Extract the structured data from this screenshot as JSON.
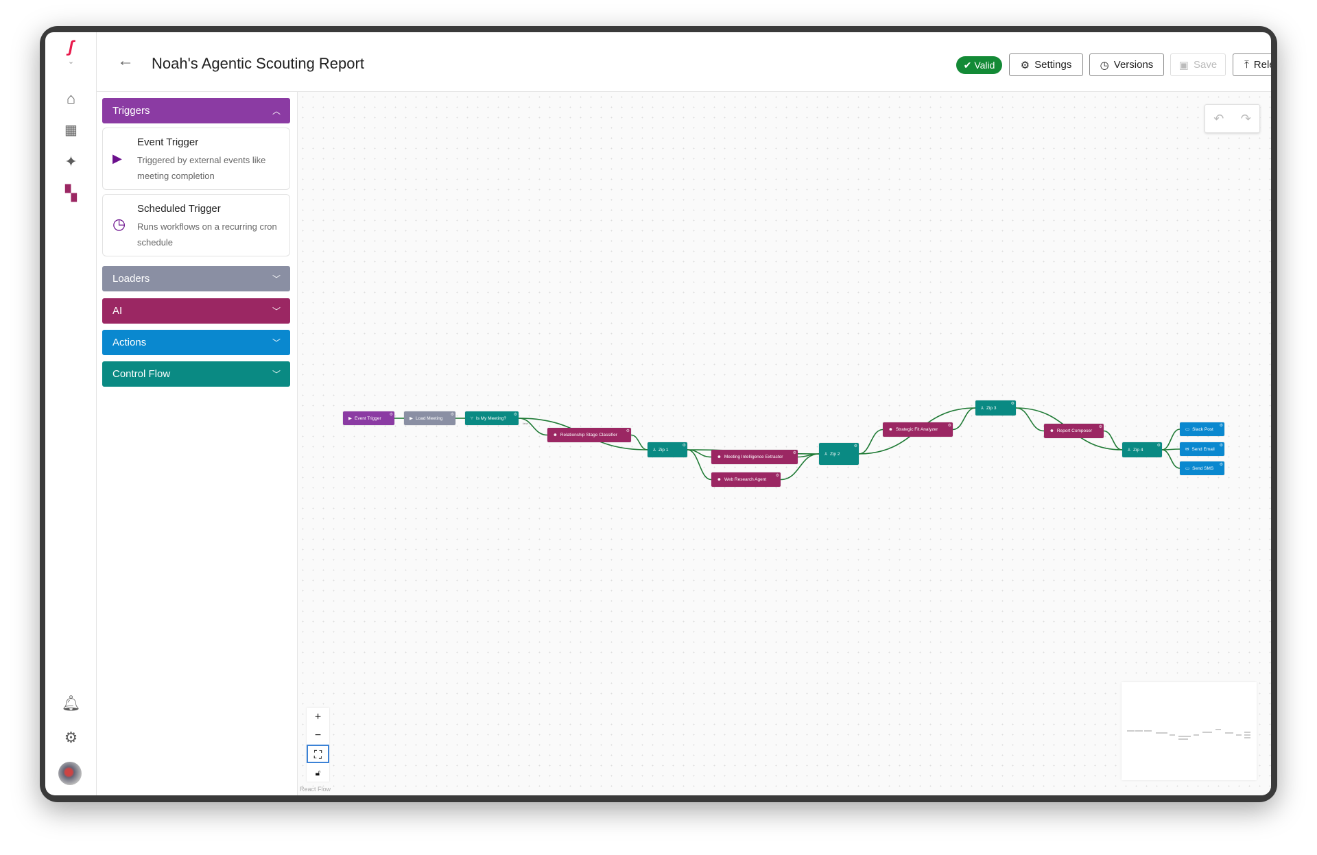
{
  "header": {
    "title": "Noah's Agentic Scouting Report",
    "status": "Valid",
    "buttons": {
      "settings": "Settings",
      "versions": "Versions",
      "save": "Save",
      "release": "Release"
    }
  },
  "panel": {
    "sections": [
      {
        "label": "Triggers",
        "color": "#8b3ba3",
        "expanded": true
      },
      {
        "label": "Loaders",
        "color": "#8a8fa3",
        "expanded": false
      },
      {
        "label": "AI",
        "color": "#9b2763",
        "expanded": false
      },
      {
        "label": "Actions",
        "color": "#0a88cf",
        "expanded": false
      },
      {
        "label": "Control Flow",
        "color": "#0a8a83",
        "expanded": false
      }
    ],
    "triggers": [
      {
        "title": "Event Trigger",
        "desc": "Triggered by external events like meeting completion",
        "icon": "play-icon"
      },
      {
        "title": "Scheduled Trigger",
        "desc": "Runs workflows on a recurring cron schedule",
        "icon": "clock-icon"
      }
    ]
  },
  "flow": {
    "nodes": [
      {
        "id": "event",
        "label": "Event Trigger",
        "type": "trigger",
        "icon": "play-icon"
      },
      {
        "id": "load",
        "label": "Load Meeting",
        "type": "loader",
        "icon": "play-icon"
      },
      {
        "id": "ismeet",
        "label": "Is My Meeting?",
        "type": "control",
        "icon": "branch-icon"
      },
      {
        "id": "rsc",
        "label": "Relationship Stage Classifier",
        "type": "ai",
        "icon": "robot-icon"
      },
      {
        "id": "zip1",
        "label": "Zip 1",
        "type": "control",
        "icon": "merge-icon"
      },
      {
        "id": "mie",
        "label": "Meeting Intelligence Extractor",
        "type": "ai",
        "icon": "robot-icon"
      },
      {
        "id": "wra",
        "label": "Web Research Agent",
        "type": "ai",
        "icon": "robot-icon"
      },
      {
        "id": "zip2",
        "label": "Zip 2",
        "type": "control",
        "icon": "merge-icon"
      },
      {
        "id": "sfa",
        "label": "Strategic Fit Analyzer",
        "type": "ai",
        "icon": "robot-icon"
      },
      {
        "id": "zip3",
        "label": "Zip 3",
        "type": "control",
        "icon": "merge-icon"
      },
      {
        "id": "rc",
        "label": "Report Composer",
        "type": "ai",
        "icon": "robot-icon"
      },
      {
        "id": "zip4",
        "label": "Zip 4",
        "type": "control",
        "icon": "merge-icon"
      },
      {
        "id": "slack",
        "label": "Slack Post",
        "type": "action",
        "icon": "chat-icon"
      },
      {
        "id": "email",
        "label": "Send Email",
        "type": "action",
        "icon": "mail-icon"
      },
      {
        "id": "sms",
        "label": "Send SMS",
        "type": "action",
        "icon": "chat-icon"
      }
    ],
    "edges": [
      [
        "event",
        "load"
      ],
      [
        "load",
        "ismeet"
      ],
      [
        "ismeet",
        "rsc"
      ],
      [
        "ismeet",
        "zip1"
      ],
      [
        "rsc",
        "zip1"
      ],
      [
        "zip1",
        "mie"
      ],
      [
        "zip1",
        "wra"
      ],
      [
        "zip1",
        "zip2"
      ],
      [
        "mie",
        "zip2"
      ],
      [
        "wra",
        "zip2"
      ],
      [
        "zip2",
        "sfa"
      ],
      [
        "zip2",
        "zip3"
      ],
      [
        "sfa",
        "zip3"
      ],
      [
        "zip3",
        "rc"
      ],
      [
        "zip3",
        "zip4"
      ],
      [
        "rc",
        "zip4"
      ],
      [
        "zip4",
        "slack"
      ],
      [
        "zip4",
        "email"
      ],
      [
        "zip4",
        "sms"
      ]
    ],
    "false_label": "false",
    "colors": {
      "trigger": "#8b3ba3",
      "loader": "#8a8fa3",
      "ai": "#9b2763",
      "action": "#0a88cf",
      "control": "#0a8a83",
      "edge": "#1f7a35"
    }
  },
  "controls": {
    "zoom_in": "+",
    "zoom_out": "−",
    "attribution": "React Flow"
  }
}
